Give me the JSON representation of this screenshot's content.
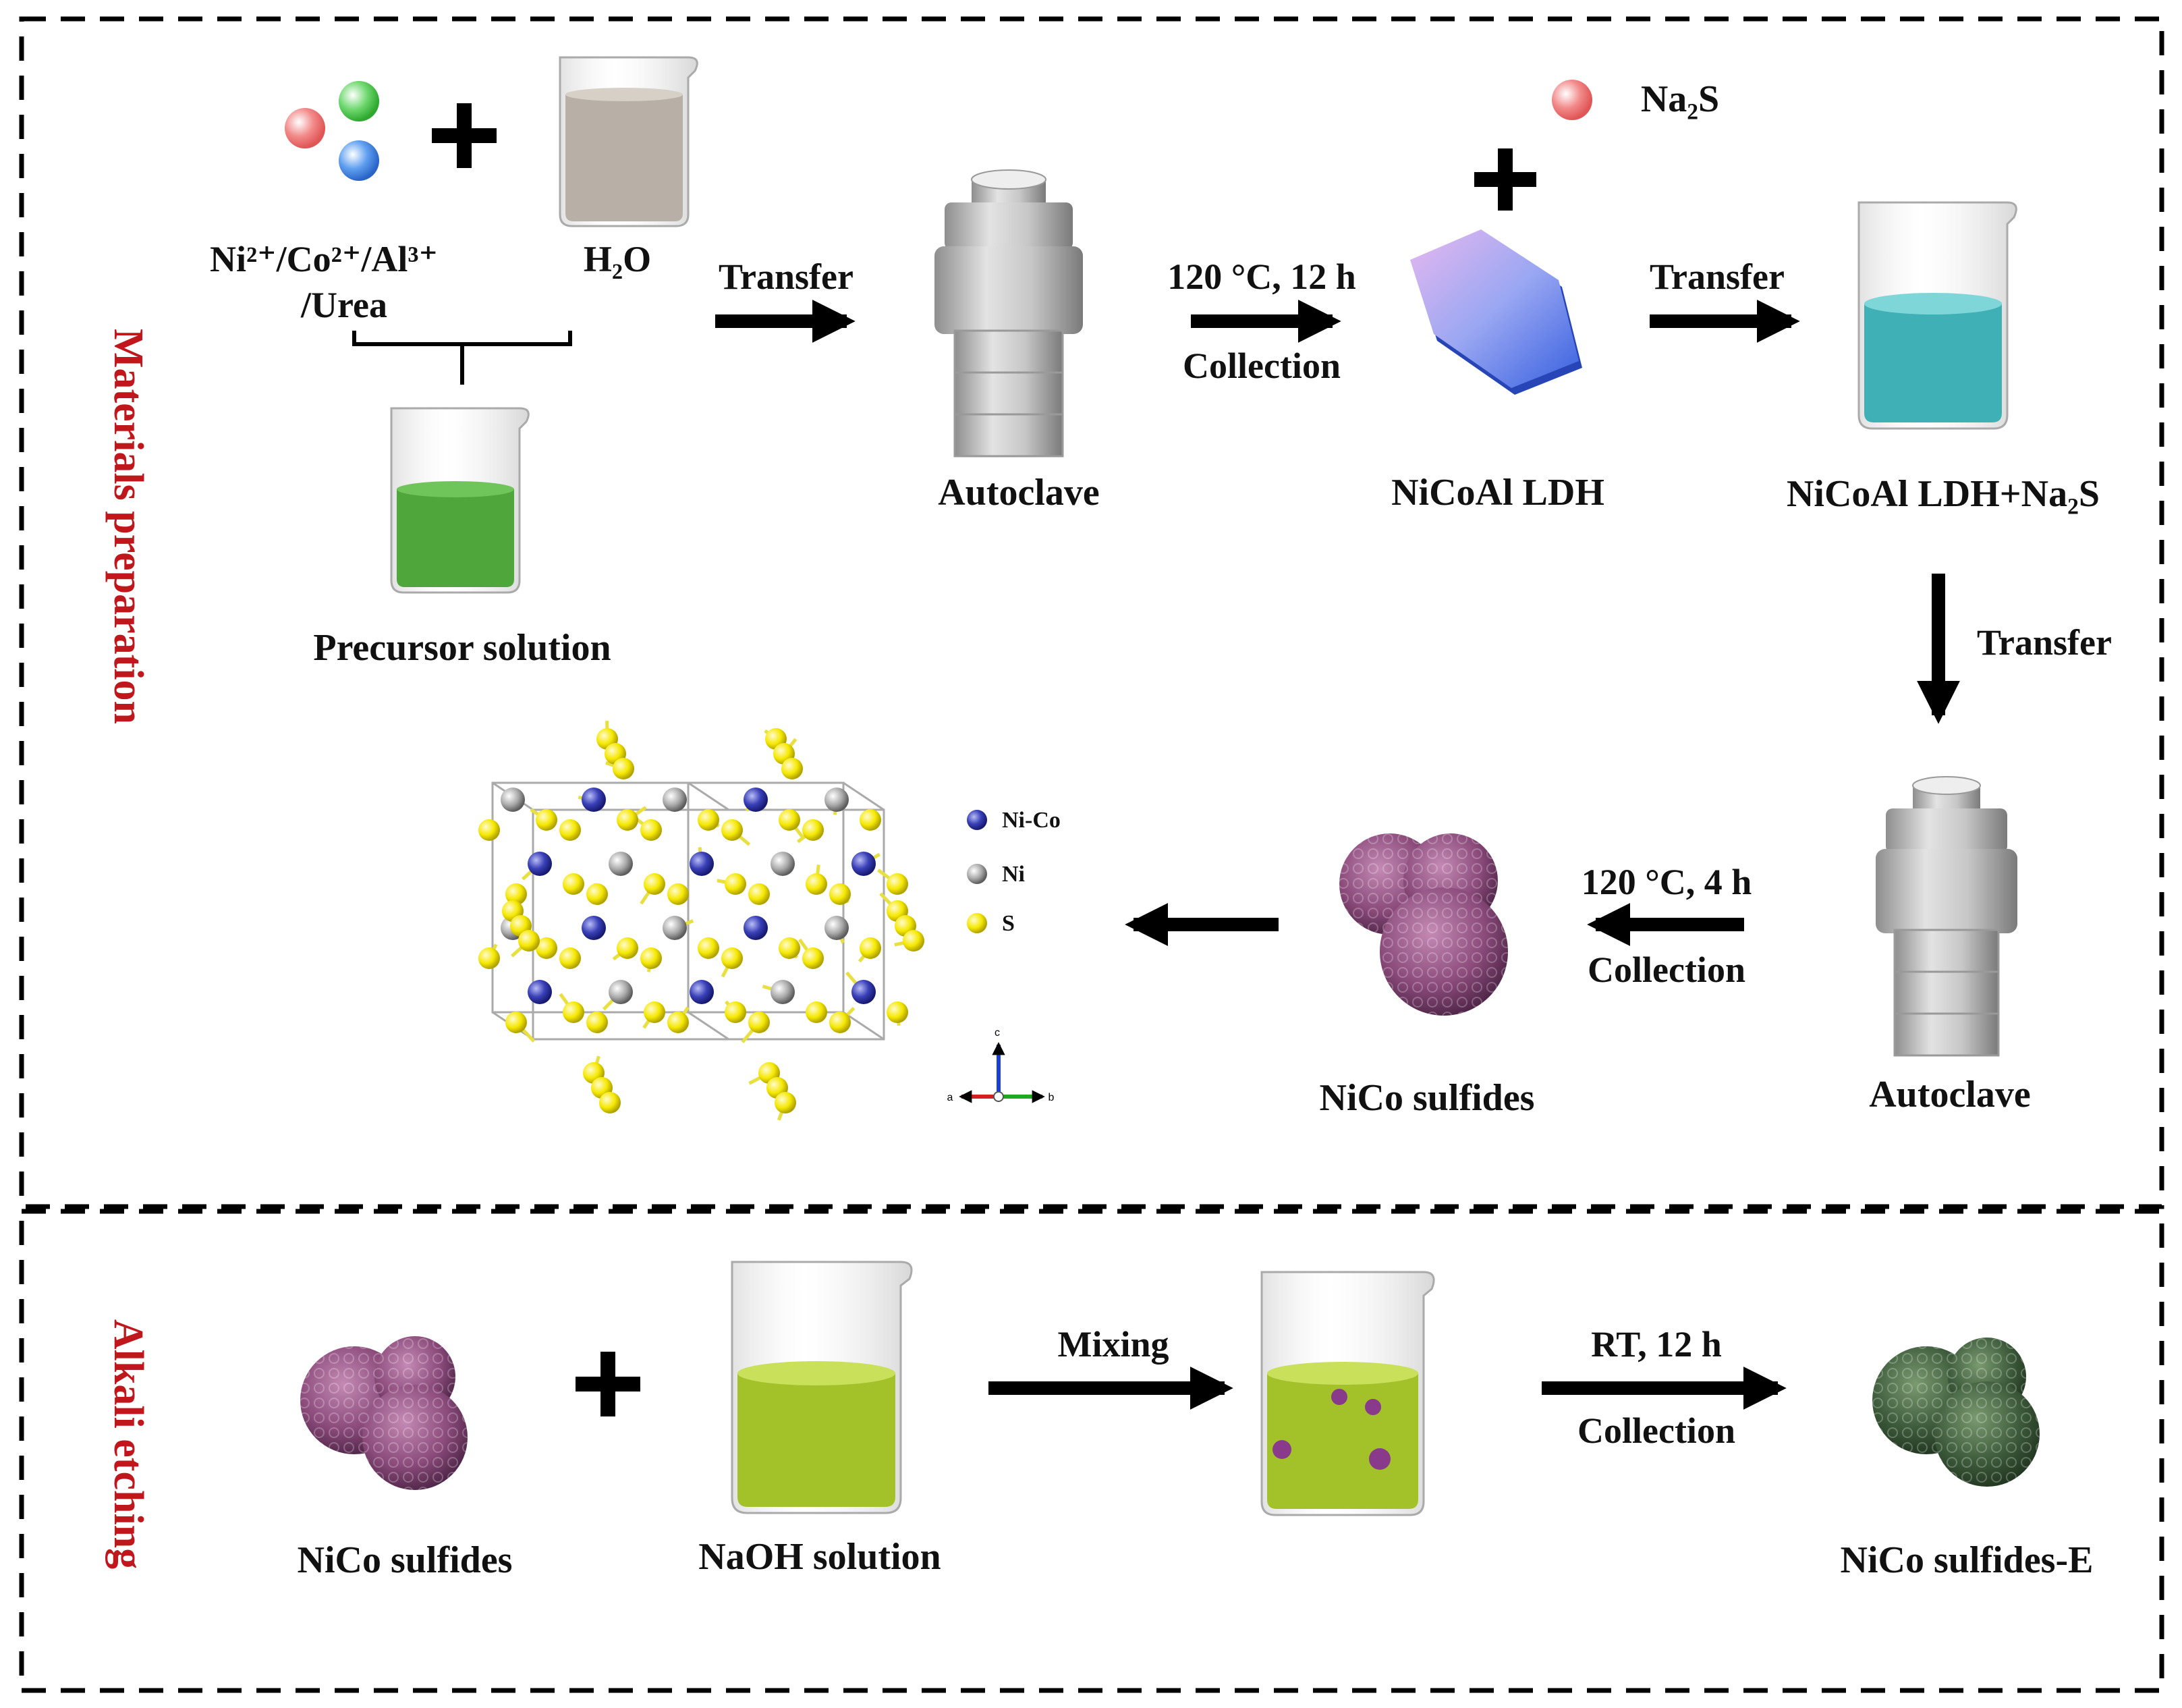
{
  "sections": {
    "top_title": "Materials preparation",
    "bottom_title": "Alkali etching"
  },
  "labels": {
    "ions": "Ni²⁺/Co²⁺/Al³⁺",
    "urea": "/Urea",
    "water": "H₂O",
    "precursor": "Precursor solution",
    "transfer1": "Transfer",
    "autoclave1": "Autoclave",
    "cond1_top": "120 °C, 12 h",
    "cond1_bottom": "Collection",
    "ldh": "NiCoAl LDH",
    "na2s": "Na₂S",
    "transfer2": "Transfer",
    "ldh_na2s": "NiCoAl LDH+Na₂S",
    "transfer3": "Transfer",
    "autoclave2": "Autoclave",
    "cond2_top": "120 °C, 4 h",
    "cond2_bottom": "Collection",
    "nico_sulfides": "NiCo sulfides",
    "nico_sulfides_b": "NiCo sulfides",
    "naoh": "NaOH solution",
    "mixing": "Mixing",
    "cond3_top": "RT, 12 h",
    "cond3_bottom": "Collection",
    "nico_sulfides_e": "NiCo sulfides-E"
  },
  "legend": {
    "items": [
      {
        "label": "Ni-Co",
        "color": "#2a2f9e"
      },
      {
        "label": "Ni",
        "color": "#9a9a9a"
      },
      {
        "label": "S",
        "color": "#f2e400"
      }
    ]
  },
  "axes_labels": {
    "c": "c",
    "a": "a",
    "b": "b"
  },
  "colors": {
    "section_title": "#c0171c",
    "precursor_liquid": "#4fa63a",
    "ldh_na2s_liquid": "#3fb0b5",
    "naoh_liquid": "#a3c22a",
    "sulfide_sphere": "#8a4a7a",
    "etched_sphere": "#3c5a3a",
    "ion_red": "#f08080",
    "ion_green": "#5ccf5c",
    "ion_blue": "#4a90e2"
  }
}
